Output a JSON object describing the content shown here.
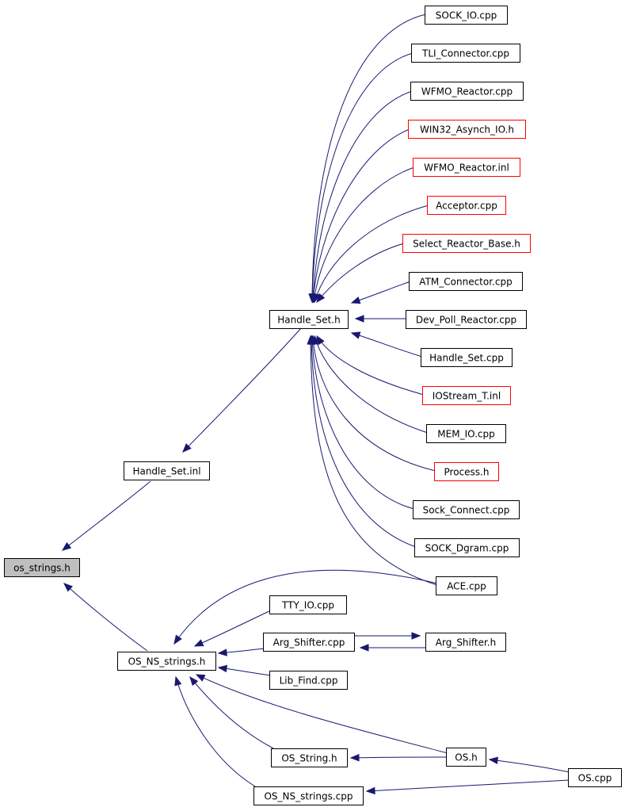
{
  "colors": {
    "edge": "#191970",
    "highlight_fill": "#bfbfbf",
    "link_border": "#000000",
    "missing_link_border": "#ff0000"
  },
  "nodes": [
    {
      "id": "os_strings_h",
      "label": "os_strings.h",
      "style": "highlight"
    },
    {
      "id": "handle_set_inl",
      "label": "Handle_Set.inl",
      "style": "normal"
    },
    {
      "id": "handle_set_h",
      "label": "Handle_Set.h",
      "style": "normal"
    },
    {
      "id": "os_ns_strings_h",
      "label": "OS_NS_strings.h",
      "style": "normal"
    },
    {
      "id": "sock_io_cpp",
      "label": "SOCK_IO.cpp",
      "style": "normal"
    },
    {
      "id": "tli_connector_cpp",
      "label": "TLI_Connector.cpp",
      "style": "normal"
    },
    {
      "id": "wfmo_reactor_cpp",
      "label": "WFMO_Reactor.cpp",
      "style": "normal"
    },
    {
      "id": "win32_asynch_io_h",
      "label": "WIN32_Asynch_IO.h",
      "style": "red"
    },
    {
      "id": "wfmo_reactor_inl",
      "label": "WFMO_Reactor.inl",
      "style": "red"
    },
    {
      "id": "acceptor_cpp",
      "label": "Acceptor.cpp",
      "style": "red"
    },
    {
      "id": "select_reactor_base_h",
      "label": "Select_Reactor_Base.h",
      "style": "red"
    },
    {
      "id": "atm_connector_cpp",
      "label": "ATM_Connector.cpp",
      "style": "normal"
    },
    {
      "id": "dev_poll_reactor_cpp",
      "label": "Dev_Poll_Reactor.cpp",
      "style": "normal"
    },
    {
      "id": "handle_set_cpp",
      "label": "Handle_Set.cpp",
      "style": "normal"
    },
    {
      "id": "iostream_t_inl",
      "label": "IOStream_T.inl",
      "style": "red"
    },
    {
      "id": "mem_io_cpp",
      "label": "MEM_IO.cpp",
      "style": "normal"
    },
    {
      "id": "process_h",
      "label": "Process.h",
      "style": "red"
    },
    {
      "id": "sock_connect_cpp",
      "label": "Sock_Connect.cpp",
      "style": "normal"
    },
    {
      "id": "sock_dgram_cpp",
      "label": "SOCK_Dgram.cpp",
      "style": "normal"
    },
    {
      "id": "ace_cpp",
      "label": "ACE.cpp",
      "style": "normal"
    },
    {
      "id": "tty_io_cpp",
      "label": "TTY_IO.cpp",
      "style": "normal"
    },
    {
      "id": "arg_shifter_cpp",
      "label": "Arg_Shifter.cpp",
      "style": "normal"
    },
    {
      "id": "arg_shifter_h",
      "label": "Arg_Shifter.h",
      "style": "normal"
    },
    {
      "id": "lib_find_cpp",
      "label": "Lib_Find.cpp",
      "style": "normal"
    },
    {
      "id": "os_h",
      "label": "OS.h",
      "style": "normal"
    },
    {
      "id": "os_cpp",
      "label": "OS.cpp",
      "style": "normal"
    },
    {
      "id": "os_string_h",
      "label": "OS_String.h",
      "style": "normal"
    },
    {
      "id": "os_ns_strings_cpp",
      "label": "OS_NS_strings.cpp",
      "style": "normal"
    }
  ],
  "edges": [
    {
      "from": "handle_set_inl",
      "to": "os_strings_h"
    },
    {
      "from": "os_ns_strings_h",
      "to": "os_strings_h"
    },
    {
      "from": "handle_set_h",
      "to": "handle_set_inl"
    },
    {
      "from": "sock_io_cpp",
      "to": "handle_set_h"
    },
    {
      "from": "tli_connector_cpp",
      "to": "handle_set_h"
    },
    {
      "from": "wfmo_reactor_cpp",
      "to": "handle_set_h"
    },
    {
      "from": "win32_asynch_io_h",
      "to": "handle_set_h"
    },
    {
      "from": "wfmo_reactor_inl",
      "to": "handle_set_h"
    },
    {
      "from": "acceptor_cpp",
      "to": "handle_set_h"
    },
    {
      "from": "select_reactor_base_h",
      "to": "handle_set_h"
    },
    {
      "from": "atm_connector_cpp",
      "to": "handle_set_h"
    },
    {
      "from": "dev_poll_reactor_cpp",
      "to": "handle_set_h"
    },
    {
      "from": "handle_set_cpp",
      "to": "handle_set_h"
    },
    {
      "from": "iostream_t_inl",
      "to": "handle_set_h"
    },
    {
      "from": "mem_io_cpp",
      "to": "handle_set_h"
    },
    {
      "from": "process_h",
      "to": "handle_set_h"
    },
    {
      "from": "sock_connect_cpp",
      "to": "handle_set_h"
    },
    {
      "from": "sock_dgram_cpp",
      "to": "handle_set_h"
    },
    {
      "from": "ace_cpp",
      "to": "handle_set_h"
    },
    {
      "from": "ace_cpp",
      "to": "os_ns_strings_h"
    },
    {
      "from": "tty_io_cpp",
      "to": "os_ns_strings_h"
    },
    {
      "from": "arg_shifter_cpp",
      "to": "os_ns_strings_h"
    },
    {
      "from": "arg_shifter_cpp",
      "to": "arg_shifter_h"
    },
    {
      "from": "arg_shifter_h",
      "to": "arg_shifter_cpp"
    },
    {
      "from": "lib_find_cpp",
      "to": "os_ns_strings_h"
    },
    {
      "from": "os_h",
      "to": "os_ns_strings_h"
    },
    {
      "from": "os_string_h",
      "to": "os_ns_strings_h"
    },
    {
      "from": "os_ns_strings_cpp",
      "to": "os_ns_strings_h"
    },
    {
      "from": "os_h",
      "to": "os_string_h"
    },
    {
      "from": "os_cpp",
      "to": "os_h"
    },
    {
      "from": "os_cpp",
      "to": "os_ns_strings_cpp"
    }
  ]
}
